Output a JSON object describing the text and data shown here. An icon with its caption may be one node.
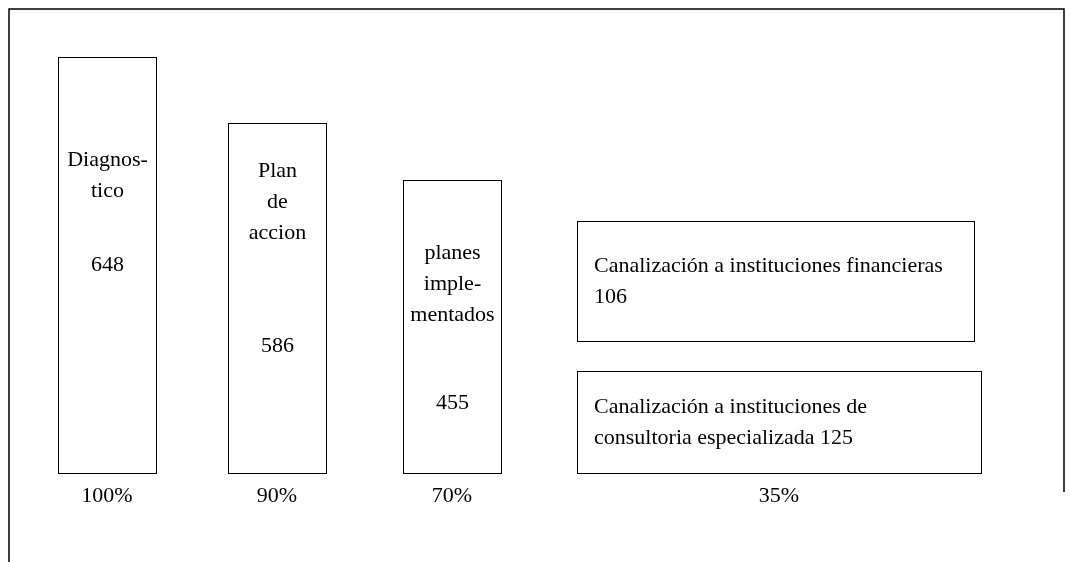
{
  "diagram": {
    "nodes": [
      {
        "text": [
          "Diagnos- tico",
          "648"
        ],
        "beside": [
          "100%"
        ]
      },
      {
        "text": [
          "Plan de accion",
          "586"
        ],
        "beside": [
          "90%"
        ]
      },
      {
        "text": [
          "planes imple- mentados",
          "455"
        ],
        "beside": [
          "70%"
        ]
      },
      {
        "text": [
          "Canalización a instituciones financieras 106"
        ]
      },
      {
        "text": [
          "Canalización a instituciones de consultoria especializada 125"
        ]
      }
    ],
    "edges": [],
    "labels": [
      "35%"
    ]
  }
}
